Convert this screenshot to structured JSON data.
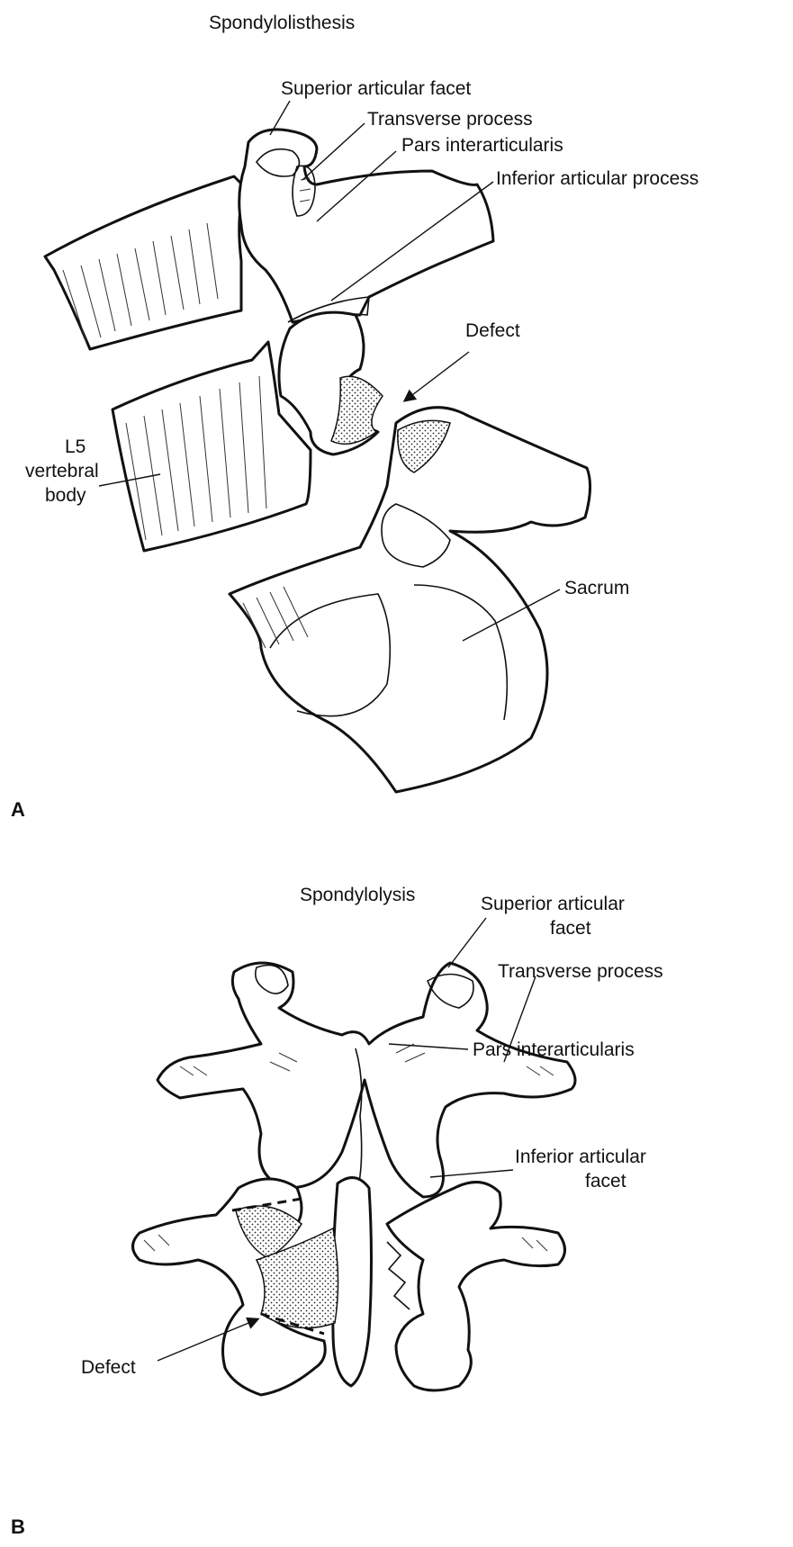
{
  "panel_a": {
    "letter": "A",
    "title": "Spondylolisthesis",
    "labels": {
      "superior_articular_facet": "Superior articular facet",
      "transverse_process": "Transverse process",
      "pars_interarticularis": "Pars interarticularis",
      "inferior_articular_process": "Inferior articular process",
      "defect": "Defect",
      "l5_line1": "L5",
      "l5_line2": "vertebral",
      "l5_line3": "body",
      "sacrum": "Sacrum"
    }
  },
  "panel_b": {
    "letter": "B",
    "title": "Spondylolysis",
    "labels": {
      "superior_articular_facet_line1": "Superior articular",
      "superior_articular_facet_line2": "facet",
      "transverse_process": "Transverse process",
      "pars_interarticularis": "Pars interarticularis",
      "inferior_articular_facet_line1": "Inferior articular",
      "inferior_articular_facet_line2": "facet",
      "defect": "Defect"
    }
  },
  "colors": {
    "ink": "#111111",
    "background": "#ffffff",
    "defect_fill": "#e9e9e9"
  }
}
